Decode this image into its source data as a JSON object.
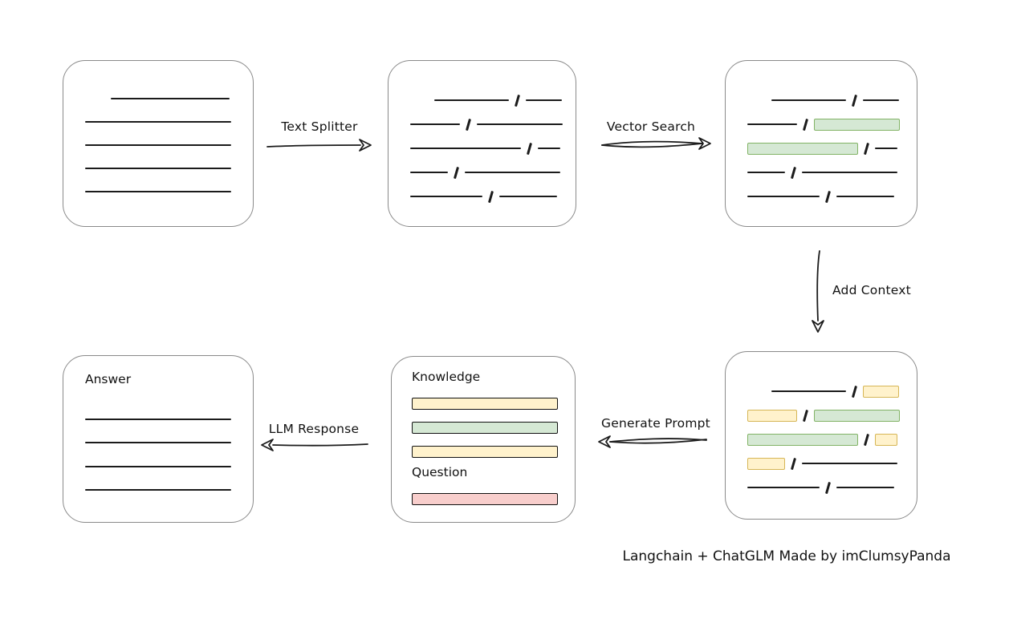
{
  "labels": {
    "text_splitter": "Text Splitter",
    "vector_search": "Vector Search",
    "add_context": "Add Context",
    "generate_prompt": "Generate Prompt",
    "llm_response": "LLM Response",
    "knowledge": "Knowledge",
    "question": "Question",
    "answer": "Answer",
    "caption": "Langchain + ChatGLM Made by imClumsyPanda"
  },
  "palette": {
    "highlight_green_fill": "#d5e8d4",
    "highlight_green_stroke": "#82b366",
    "highlight_yellow_fill": "#fff2cc",
    "highlight_yellow_stroke": "#d6b656",
    "highlight_red_fill": "#f8cecc",
    "highlight_red_stroke": "#b85450",
    "line_color": "#1b1b1b",
    "box_border": "#8a8a8a"
  },
  "chunk_rows": [
    {
      "indent": 30,
      "segments": [
        {
          "w": 93
        },
        {
          "w": 45
        }
      ]
    },
    {
      "indent": 0,
      "segments": [
        {
          "w": 62
        },
        {
          "w": 107
        }
      ]
    },
    {
      "indent": 0,
      "segments": [
        {
          "w": 138
        },
        {
          "w": 28
        }
      ]
    },
    {
      "indent": 0,
      "segments": [
        {
          "w": 47
        },
        {
          "w": 119
        }
      ]
    },
    {
      "indent": 0,
      "segments": [
        {
          "w": 90
        },
        {
          "w": 72
        }
      ]
    }
  ],
  "boxes": {
    "document": {
      "lines": [
        {
          "indent": 32,
          "w": 148
        },
        {
          "indent": 0,
          "w": 182
        },
        {
          "indent": 0,
          "w": 182
        },
        {
          "indent": 0,
          "w": 182
        },
        {
          "indent": 0,
          "w": 182
        }
      ]
    },
    "split_chunks": {
      "highlights": {}
    },
    "retrieved_chunks": {
      "highlights": {
        "1_1": "green",
        "2_0": "green"
      }
    },
    "context_chunks": {
      "highlights": {
        "0_1": "yellow",
        "1_0": "yellow",
        "1_1": "green",
        "2_0": "green",
        "2_1": "yellow",
        "3_0": "yellow"
      }
    },
    "prompt": {
      "knowledge_bars": [
        {
          "color": "yellow"
        },
        {
          "color": "green"
        },
        {
          "color": "yellow"
        }
      ],
      "question_bars": [
        {
          "color": "red"
        }
      ]
    },
    "answer": {
      "lines": [
        {
          "indent": 0,
          "w": 182
        },
        {
          "indent": 0,
          "w": 182
        },
        {
          "indent": 0,
          "w": 182
        },
        {
          "indent": 0,
          "w": 182
        }
      ]
    }
  }
}
